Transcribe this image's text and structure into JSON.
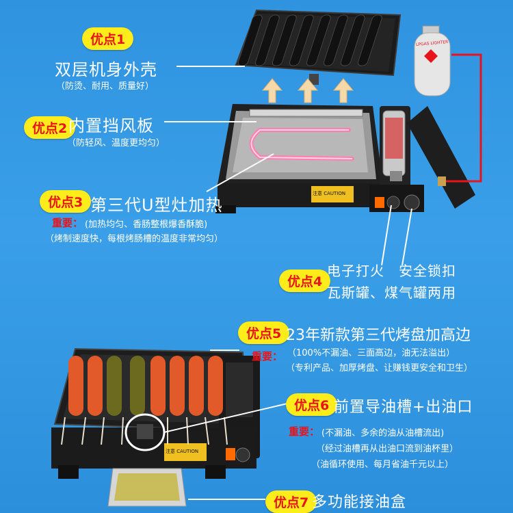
{
  "items": [
    {
      "badge": "优点1",
      "title": "双层机身外壳",
      "sub": "（防烫、耐用、质量好）"
    },
    {
      "badge": "优点2",
      "title": "内置挡风板",
      "sub": "（防轻风、温度更均匀）"
    },
    {
      "badge": "优点3",
      "title": "第三代U型灶加热",
      "important": "重要：",
      "sub1": "(加热均匀、香肠整根爆香酥脆)",
      "sub2": "（烤制速度快，每根烤肠槽的温度非常均匀）"
    },
    {
      "badge": "优点4",
      "line1": "电子打火　安全锁扣",
      "line2": "瓦斯罐、煤气罐两用"
    },
    {
      "badge": "优点5",
      "title": "23年新款第三代烤盘加高边",
      "important": "重要：",
      "sub1": "（100%不漏油、三面高边，油无法溢出）",
      "sub2": "（专利产品、加厚烤盘、让赚钱更安全和卫生）"
    },
    {
      "badge": "优点6",
      "title": "前置导油槽+出油口",
      "important": "重要：",
      "sub1": "(不漏油、多余的油从油槽流出)",
      "sub2": "（经过油槽再从出油口流到油杯里）",
      "sub3": "（油循环使用、每月省油千元以上）"
    },
    {
      "badge": "优点7",
      "title": "多功能接油盒"
    }
  ],
  "device_labels": {
    "caution1": "注意 CAUTION",
    "caution2": "注意 CAUTION",
    "gas_label": "LPGAS LIGHTER"
  },
  "colors": {
    "badge_bg": "#ffec1a",
    "badge_text": "#e8141c",
    "gas_line": "#e8141c"
  }
}
